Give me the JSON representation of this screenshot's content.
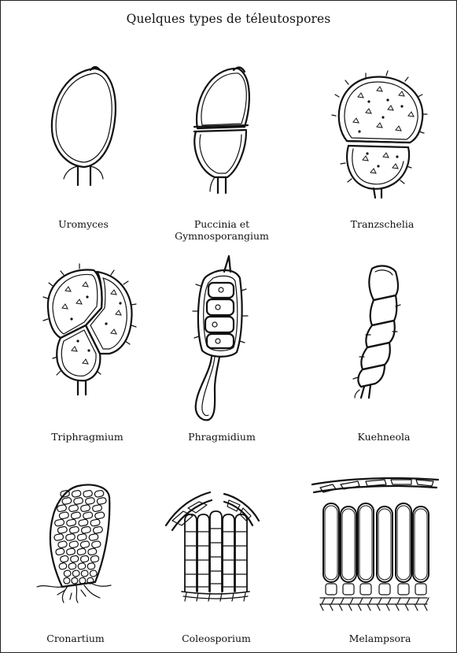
{
  "title": "Quelques types de téleutospores",
  "specimens": [
    {
      "name": "Uromyces"
    },
    {
      "name": "Puccinia et\nGymnosporangium"
    },
    {
      "name": "Tranzschelia"
    },
    {
      "name": "Triphragmium"
    },
    {
      "name": "Phragmidium"
    },
    {
      "name": "Kuehneola"
    },
    {
      "name": "Cronartium"
    },
    {
      "name": "Coleosporium"
    },
    {
      "name": "Melampsora"
    }
  ]
}
